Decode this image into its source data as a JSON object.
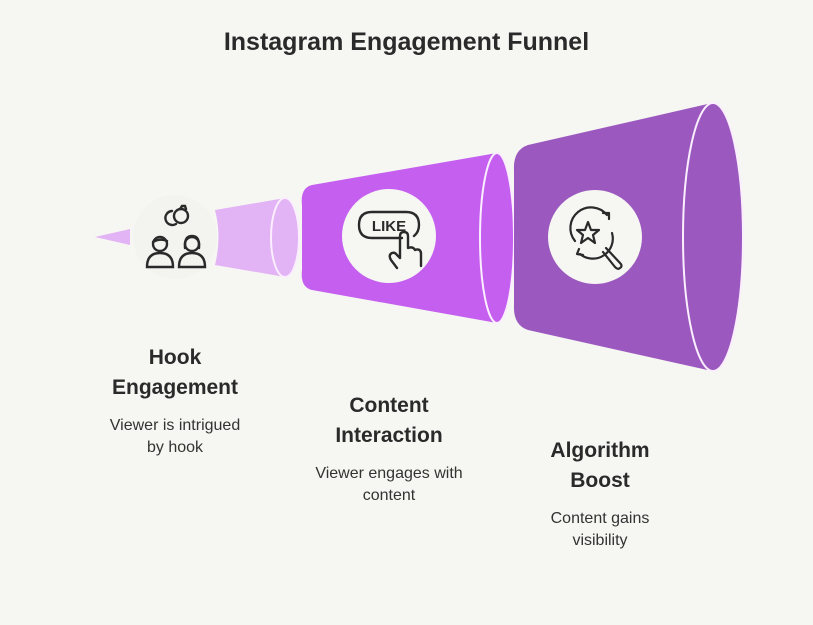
{
  "title": "Instagram Engagement Funnel",
  "colors": {
    "background": "#f6f6f3",
    "stage1": "#e2b3f5",
    "stage2": "#c45ff0",
    "stage3": "#9b59bf",
    "icon_circle": "#f6f6f3",
    "text": "#2a2a2a"
  },
  "stages": [
    {
      "name_line1": "Hook",
      "name_line2": "Engagement",
      "desc_line1": "Viewer is intrigued",
      "desc_line2": "by hook",
      "icon": "couple-rings-icon"
    },
    {
      "name_line1": "Content",
      "name_line2": "Interaction",
      "desc_line1": "Viewer engages with",
      "desc_line2": "content",
      "icon": "like-tap-icon",
      "icon_text": "LIKE"
    },
    {
      "name_line1": "Algorithm",
      "name_line2": "Boost",
      "desc_line1": "Content gains",
      "desc_line2": "visibility",
      "icon": "star-search-refresh-icon"
    }
  ]
}
